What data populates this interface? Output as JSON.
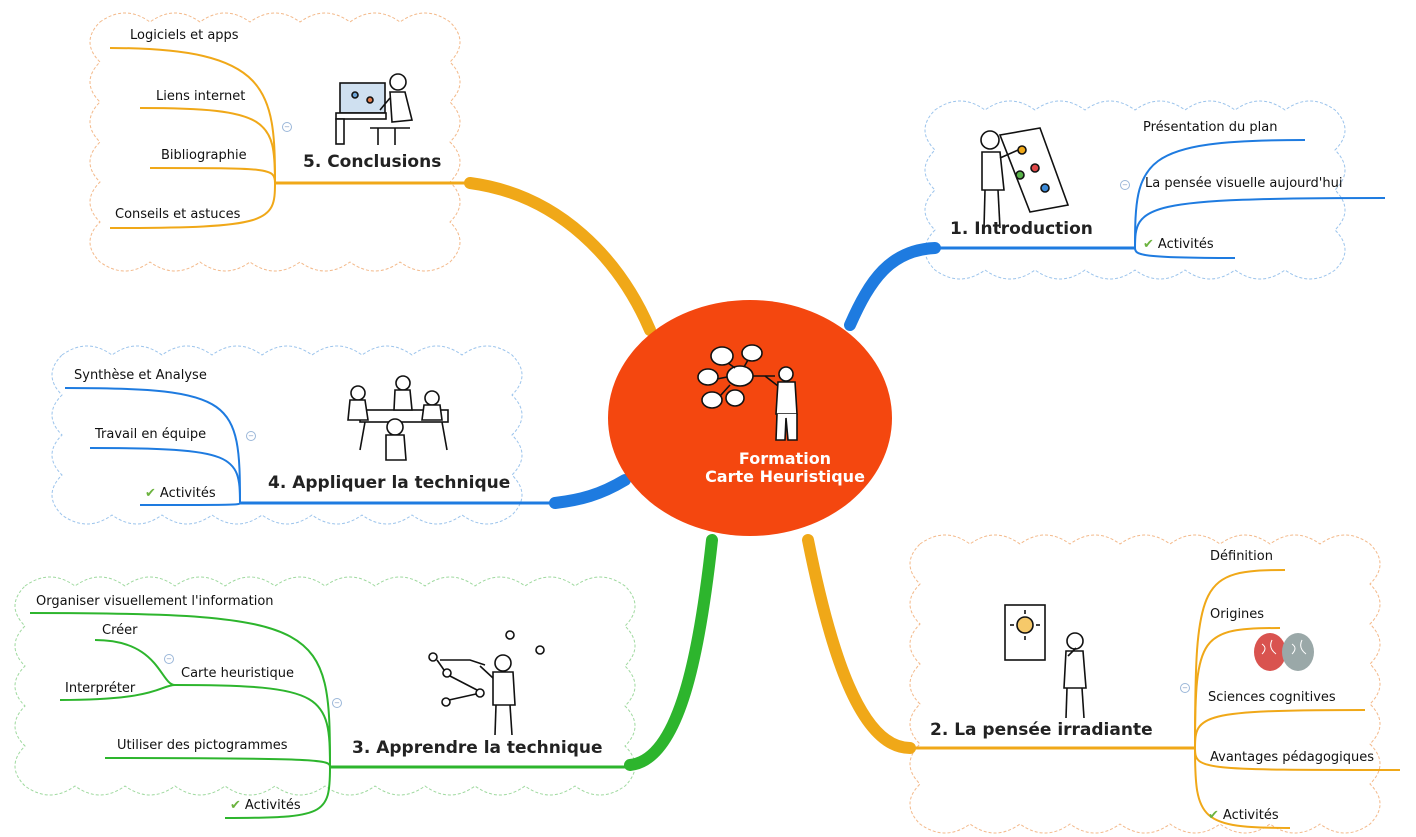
{
  "center": {
    "line1": "Formation",
    "line2": "Carte Heuristique"
  },
  "branches": {
    "intro": {
      "title": "1. Introduction",
      "items": [
        "Présentation du plan",
        "La pensée visuelle aujourd'hui",
        "Activités"
      ],
      "color": "#1e7be0"
    },
    "irradiante": {
      "title": "2. La pensée irradiante",
      "items": [
        "Définition",
        "Origines",
        "Sciences cognitives",
        "Avantages pédagogiques",
        "Activités"
      ],
      "color": "#f0a818"
    },
    "apprendre": {
      "title": "3. Apprendre la technique",
      "items": [
        "Organiser visuellement l'information",
        "Carte heuristique",
        "Utiliser des pictogrammes",
        "Activités"
      ],
      "sub_items": [
        "Créer",
        "Interpréter"
      ],
      "color": "#2db52d"
    },
    "appliquer": {
      "title": "4. Appliquer la technique",
      "items": [
        "Synthèse et Analyse",
        "Travail en équipe",
        "Activités"
      ],
      "color": "#1e7be0"
    },
    "conclusions": {
      "title": "5. Conclusions",
      "items": [
        "Logiciels et apps",
        "Liens internet",
        "Bibliographie",
        "Conseils et astuces"
      ],
      "color": "#f0a818"
    }
  },
  "colors": {
    "center": "#f4470f",
    "orange": "#f0a818",
    "blue": "#1e7be0",
    "green": "#2db52d"
  },
  "icons": [
    "check-icon",
    "collapse-icon",
    "brain-icon",
    "person-icon"
  ]
}
